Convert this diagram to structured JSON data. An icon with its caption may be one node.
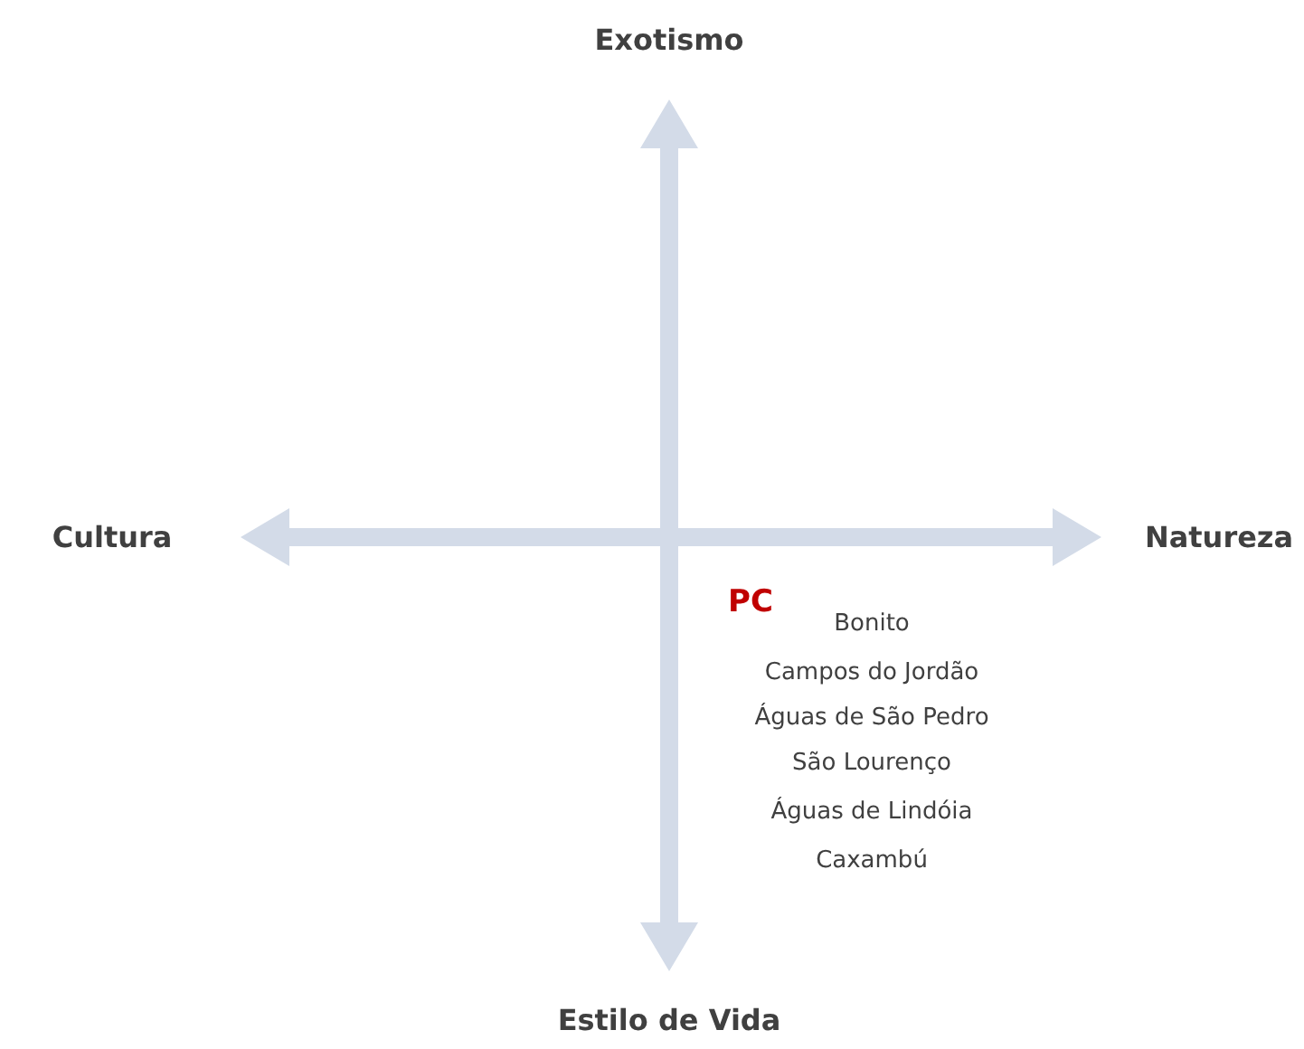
{
  "diagram": {
    "labels": [
      "Exotismo",
      "Cultura",
      "Natureza",
      "PC",
      "Bonito",
      "Campos do Jordão",
      "Águas de São Pedro",
      "São Lourenço",
      "Águas de Lindóia",
      "Caxambú",
      "Estilo de Vida"
    ]
  }
}
